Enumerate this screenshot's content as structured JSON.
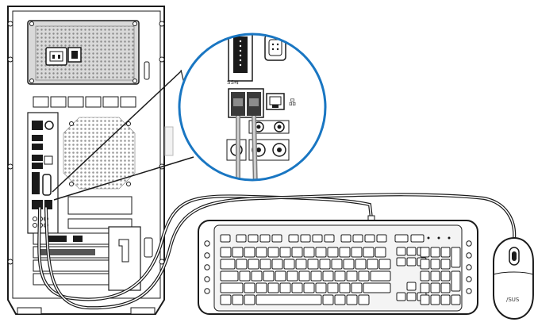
{
  "illustration": {
    "subject": "asus-desktop-keyboard-mouse-usb-connection",
    "colors": {
      "line": "#1a1a1a",
      "case_fill": "#ffffff",
      "grey_panel": "#d9d9d9",
      "zoom_circle": "#1976c2",
      "keyboard_key": "#ffffff"
    },
    "icons": [
      "power-socket-icon",
      "usb-port-icon",
      "lan-port-icon",
      "audio-jack-icon",
      "dvi-port-icon",
      "vga-port-icon"
    ]
  },
  "labels": {
    "mouse_brand": "/SUS",
    "usb_symbol": "SS⇆",
    "lan_symbol": "品"
  }
}
